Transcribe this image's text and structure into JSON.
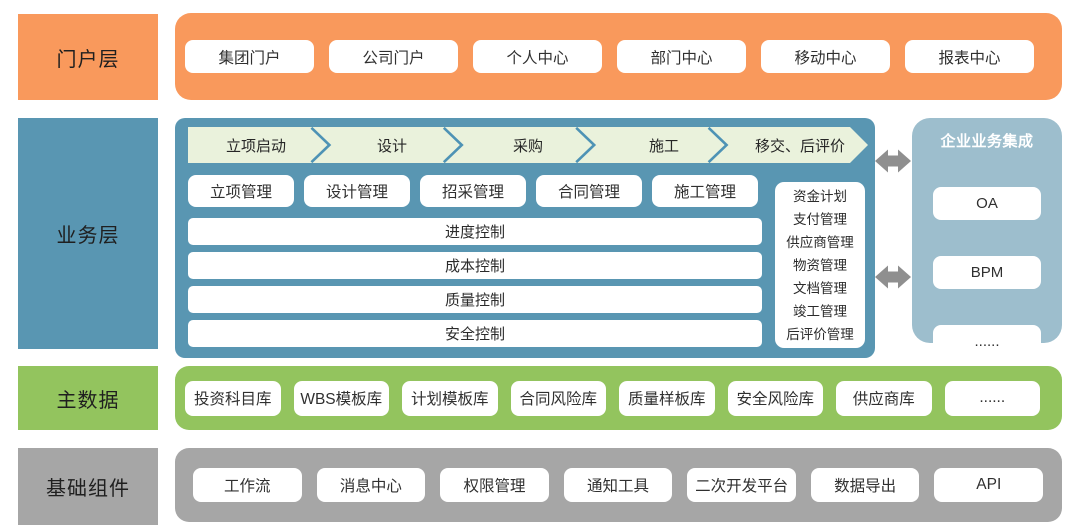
{
  "colors": {
    "portal_orange": "#F9995C",
    "business_blue": "#5996B2",
    "integration_blue": "#9DBECD",
    "master_green": "#93C45E",
    "base_gray": "#A6A6A6",
    "band_green": "#EAF2DC",
    "chevron_blue": "#4E93B5",
    "arrow_gray": "#8F8F8F"
  },
  "icons": {
    "integration_link": "left-right-double-arrow"
  },
  "portal": {
    "label": "门户层",
    "items": [
      "集团门户",
      "公司门户",
      "个人中心",
      "部门中心",
      "移动中心",
      "报表中心"
    ]
  },
  "business": {
    "label": "业务层",
    "process_steps": [
      "立项启动",
      "设计",
      "采购",
      "施工",
      "移交、后评价"
    ],
    "management_items": [
      "立项管理",
      "设计管理",
      "招采管理",
      "合同管理",
      "施工管理"
    ],
    "control_bars": [
      "进度控制",
      "成本控制",
      "质量控制",
      "安全控制"
    ],
    "side_panel_items": [
      "资金计划",
      "支付管理",
      "供应商管理",
      "物资管理",
      "文档管理",
      "竣工管理",
      "后评价管理"
    ],
    "integration": {
      "title": "企业业务集成",
      "items": [
        "OA",
        "BPM",
        "......"
      ]
    }
  },
  "master_data": {
    "label": "主数据",
    "items": [
      "投资科目库",
      "WBS模板库",
      "计划模板库",
      "合同风险库",
      "质量样板库",
      "安全风险库",
      "供应商库",
      "......"
    ]
  },
  "base_components": {
    "label": "基础组件",
    "items": [
      "工作流",
      "消息中心",
      "权限管理",
      "通知工具",
      "二次开发平台",
      "数据导出",
      "API"
    ]
  }
}
